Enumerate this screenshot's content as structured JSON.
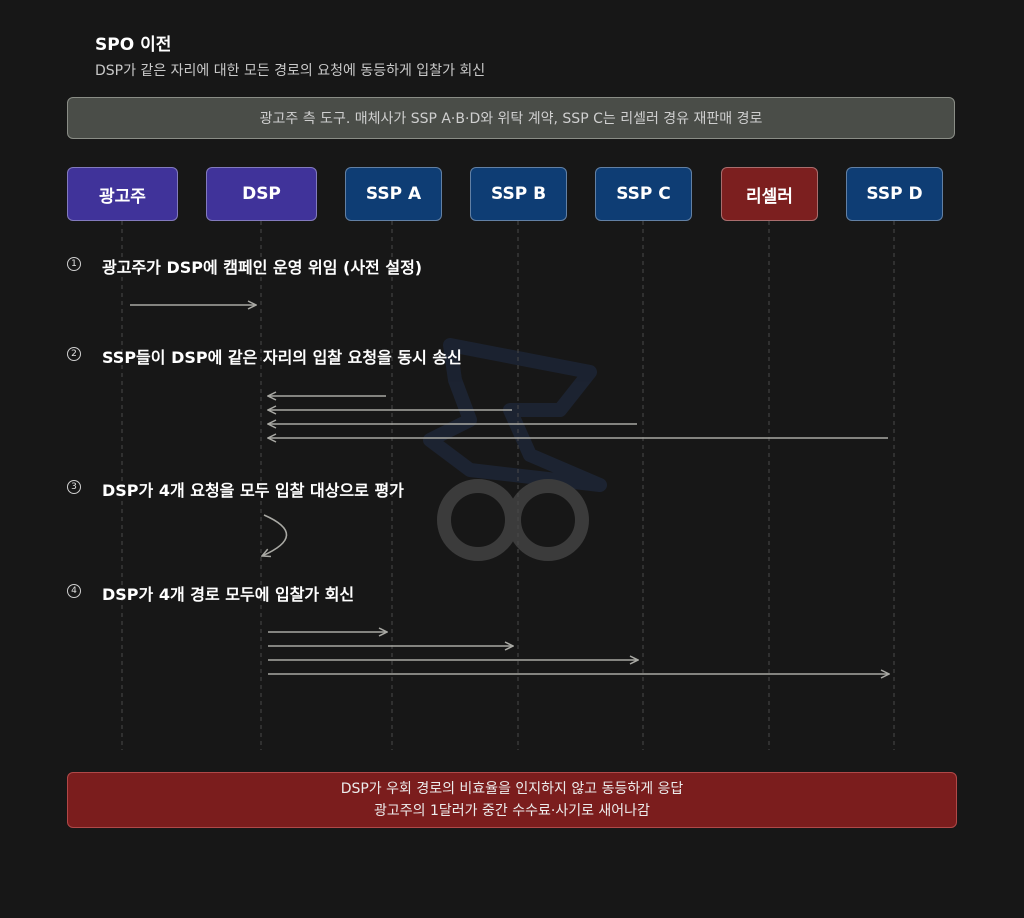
{
  "header": {
    "title": "SPO 이전",
    "subtitle": "DSP가 같은 자리에 대한 모든 경로의 요청에 동등하게 입찰가 회신"
  },
  "context_note": "광고주 측 도구. 매체사가 SSP A·B·D와 위탁 계약, SSP C는 리셀러 경유 재판매 경로",
  "actors": [
    {
      "id": "advertiser",
      "label": "광고주",
      "kind": "purple"
    },
    {
      "id": "dsp",
      "label": "DSP",
      "kind": "purple"
    },
    {
      "id": "ssp-a",
      "label": "SSP A",
      "kind": "blue"
    },
    {
      "id": "ssp-b",
      "label": "SSP B",
      "kind": "blue"
    },
    {
      "id": "ssp-c",
      "label": "SSP C",
      "kind": "blue"
    },
    {
      "id": "reseller",
      "label": "리셀러",
      "kind": "red"
    },
    {
      "id": "ssp-d",
      "label": "SSP D",
      "kind": "blue"
    }
  ],
  "steps": [
    {
      "num": "1",
      "text": "광고주가 DSP에 캠페인 운영 위임 (사전 설정)"
    },
    {
      "num": "2",
      "text": "SSP들이 DSP에 같은 자리의 입찰 요청을 동시 송신"
    },
    {
      "num": "3",
      "text": "DSP가 4개 요청을 모두 입찰 대상으로 평가"
    },
    {
      "num": "4",
      "text": "DSP가 4개 경로 모두에 입찰가 회신"
    }
  ],
  "messages": [
    {
      "step": "1",
      "from": "advertiser",
      "to": "dsp"
    },
    {
      "step": "2",
      "from": "ssp-a",
      "to": "dsp"
    },
    {
      "step": "2",
      "from": "ssp-b",
      "to": "dsp"
    },
    {
      "step": "2",
      "from": "ssp-c",
      "to": "dsp"
    },
    {
      "step": "2",
      "from": "ssp-d",
      "to": "dsp"
    },
    {
      "step": "3",
      "from": "dsp",
      "to": "dsp"
    },
    {
      "step": "4",
      "from": "dsp",
      "to": "ssp-a"
    },
    {
      "step": "4",
      "from": "dsp",
      "to": "ssp-b"
    },
    {
      "step": "4",
      "from": "dsp",
      "to": "ssp-c"
    },
    {
      "step": "4",
      "from": "dsp",
      "to": "ssp-d"
    }
  ],
  "conclusion": {
    "line1": "DSP가 우회 경로의 비효율을 인지하지 않고 동등하게 응답",
    "line2": "광고주의 1달러가 중간 수수료·사기로 새어나감"
  },
  "colors": {
    "background": "#171717",
    "actor_purple": "#40339a",
    "actor_blue": "#0e3d74",
    "actor_red": "#7c1f1f",
    "arrow": "#a9a9a4",
    "conclusion_bg": "#7b1d1d"
  }
}
